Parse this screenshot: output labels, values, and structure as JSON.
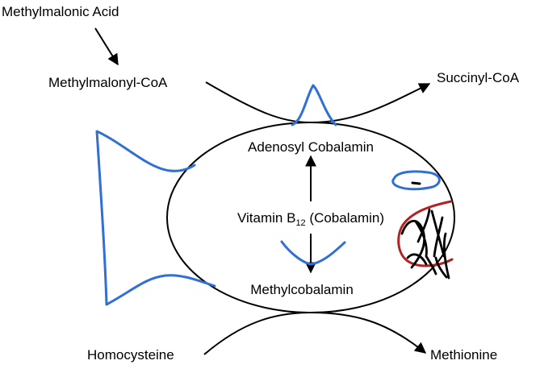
{
  "labels": {
    "methylmalonic_acid": "Methylmalonic Acid",
    "methylmalonyl_coa": "Methylmalonyl-CoA",
    "succinyl_coa": "Succinyl-CoA",
    "adenosyl_cobalamin": "Adenosyl Cobalamin",
    "vitamin_prefix": "Vitamin B",
    "vitamin_subscript": "12",
    "vitamin_suffix": " (Cobalamin)",
    "methylcobalamin": "Methylcobalamin",
    "homocysteine": "Homocysteine",
    "methionine": "Methionine"
  },
  "colors": {
    "ink": "#000000",
    "doodle_blue": "#2f6fd6",
    "doodle_red": "#b22222",
    "background": "#ffffff"
  },
  "doodles": [
    "fish-tail",
    "fish-fin",
    "fish-eye",
    "fish-mouth",
    "fish-lip",
    "scribble"
  ]
}
